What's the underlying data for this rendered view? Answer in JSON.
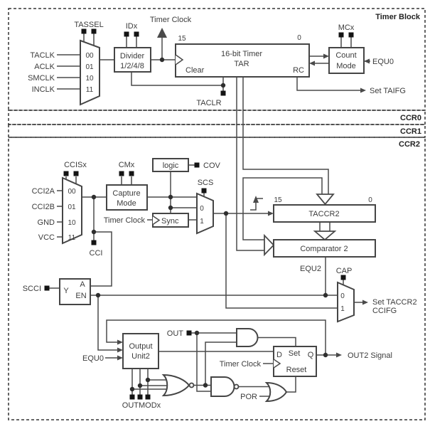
{
  "sections": {
    "timer_block": "Timer Block",
    "ccr0": "CCR0",
    "ccr1": "CCR1",
    "ccr2": "CCR2"
  },
  "colors": {
    "line": "#4a4a4a",
    "text": "#3c3c3c",
    "pad": "#141414",
    "background": "#ffffff"
  },
  "timer": {
    "tassel": "TASSEL",
    "sel_inputs": [
      {
        "label": "TACLK",
        "code": "00"
      },
      {
        "label": "ACLK",
        "code": "01"
      },
      {
        "label": "SMCLK",
        "code": "10"
      },
      {
        "label": "INCLK",
        "code": "11"
      }
    ],
    "idx": "IDx",
    "divider_line1": "Divider",
    "divider_line2": "1/2/4/8",
    "timer_clock": "Timer Clock",
    "tar_line1": "16-bit Timer",
    "tar_line2": "TAR",
    "tar_bit15": "15",
    "tar_bit0": "0",
    "tar_clear": "Clear",
    "tar_rc": "RC",
    "taclr": "TACLR",
    "mcx": "MCx",
    "count_line1": "Count",
    "count_line2": "Mode",
    "equ0": "EQU0",
    "set_taifg": "Set TAIFG"
  },
  "ccr": {
    "ccisx": "CCISx",
    "sel_inputs": [
      {
        "label": "CCI2A",
        "code": "00"
      },
      {
        "label": "CCI2B",
        "code": "01"
      },
      {
        "label": "GND",
        "code": "10"
      },
      {
        "label": "VCC",
        "code": "11"
      }
    ],
    "cci": "CCI",
    "cmx": "CMx",
    "capture_line1": "Capture",
    "capture_line2": "Mode",
    "logic": "logic",
    "cov": "COV",
    "scs": "SCS",
    "sync": "Sync",
    "timer_clock": "Timer Clock",
    "mux0": "0",
    "mux1": "1",
    "taccr2": "TACCR2",
    "taccr2_bit15": "15",
    "taccr2_bit0": "0",
    "comparator": "Comparator 2",
    "equ2": "EQU2",
    "cap": "CAP",
    "cap0": "0",
    "cap1": "1",
    "set_ccifg_line1": "Set TACCR2",
    "set_ccifg_line2": "CCIFG",
    "scci": "SCCI",
    "latch_y": "Y",
    "latch_a": "A",
    "latch_en": "EN",
    "output_unit_line1": "Output",
    "output_unit_line2": "Unit2",
    "equ0": "EQU0",
    "out": "OUT",
    "outmodx": "OUTMODx",
    "timer_clock2": "Timer Clock",
    "por": "POR",
    "dff_d": "D",
    "dff_set": "Set",
    "dff_q": "Q",
    "dff_reset": "Reset",
    "out2_signal": "OUT2 Signal"
  }
}
